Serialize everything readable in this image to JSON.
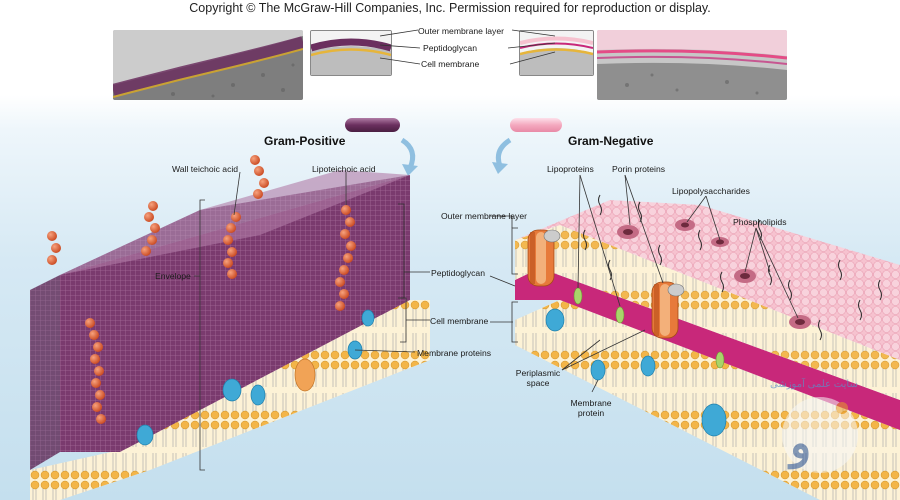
{
  "copyright": "Copyright © The McGraw-Hill Companies, Inc. Permission required for reproduction or display.",
  "headings": {
    "gram_positive": "Gram-Positive",
    "gram_negative": "Gram-Negative"
  },
  "inset_labels": {
    "outer_membrane_layer": "Outer membrane layer",
    "peptidoglycan": "Peptidoglycan",
    "cell_membrane": "Cell membrane"
  },
  "gram_positive_labels": {
    "wall_teichoic_acid": "Wall teichoic acid",
    "lipoteichoic_acid": "Lipoteichoic acid",
    "envelope": "Envelope"
  },
  "center_labels": {
    "outer_membrane_layer": "Outer membrane layer",
    "peptidoglycan": "Peptidoglycan",
    "cell_membrane": "Cell membrane",
    "membrane_proteins": "Membrane proteins"
  },
  "gram_negative_labels": {
    "lipoproteins": "Lipoproteins",
    "porin_proteins": "Porin proteins",
    "lipopolysaccharides": "Lipopolysaccharides",
    "phospholipids": "Phospholipids",
    "periplasmic_space_line1": "Periplasmic",
    "periplasmic_space_line2": "space",
    "membrane_protein_line1": "Membrane",
    "membrane_protein_line2": "protein"
  },
  "watermark": "سایت علمی آموزشی",
  "colors": {
    "gram_positive_stain": "#6b2f5f",
    "gram_negative_stain": "#f4a9bf",
    "peptidoglycan": "#7a3a6e",
    "outer_membrane_pink": "#f6c2cf",
    "lipid_head": "#f2b241",
    "membrane_protein": "#3fa9d6",
    "teichoic_bead": "#e2663a",
    "periplasm_magenta": "#c8287a",
    "background_blue": "#cfe4f0"
  }
}
